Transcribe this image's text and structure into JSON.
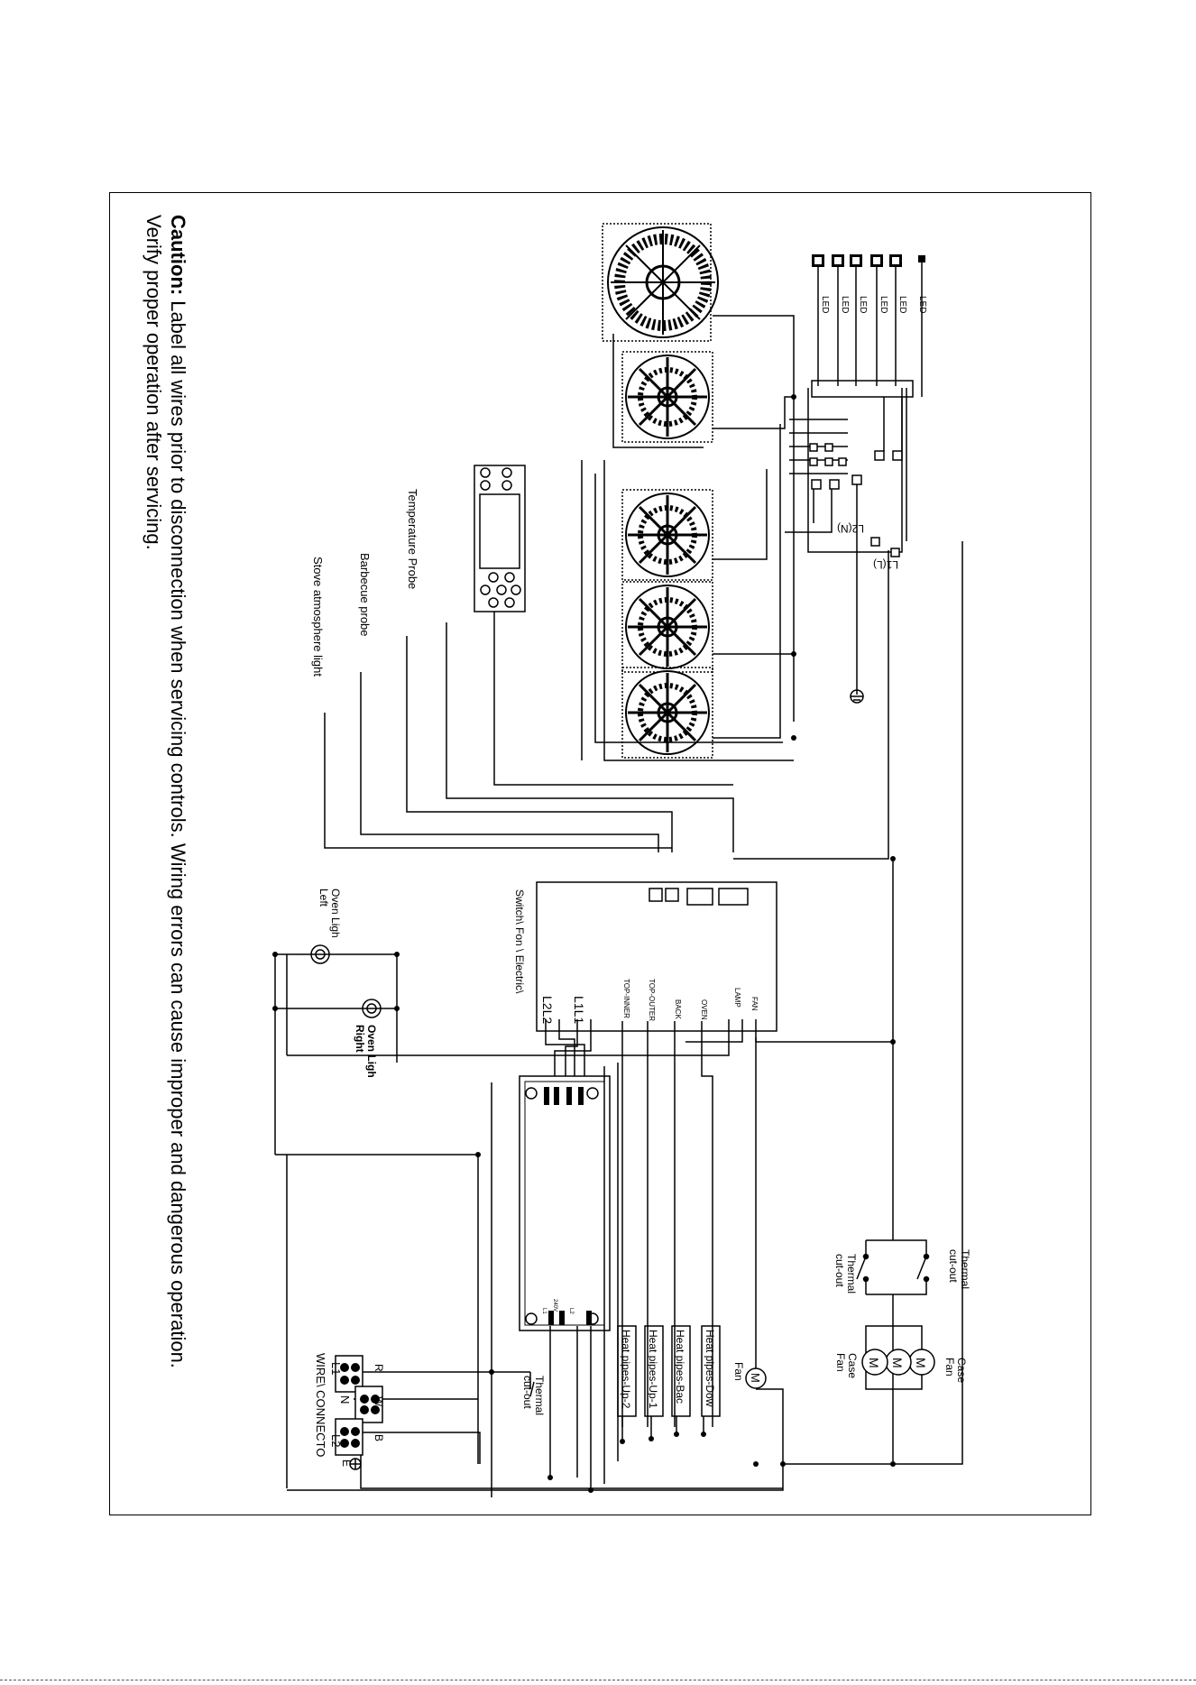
{
  "caution": {
    "label": "Caution:",
    "line1": "Label all wires prior to disconnection when servicing controls. Wiring errors can cause improper and dangerous operation.",
    "line2": "Verify proper operation after servicing."
  },
  "labels": {
    "led": "LED",
    "l2n": "L2(N)",
    "l1l": "L1(L)",
    "temperature_probe": "Temperature Probe",
    "barbecue_probe": "Barbecue probe",
    "stove_light": "Stove atmosphere light",
    "switch_board": "Switch\\ Fon \\ Electric\\",
    "l2l2": "L2L2",
    "l1l1": "L1L1",
    "top_inner": "TOP-INNER",
    "top_outer": "TOP-OUTER",
    "back": "BACK",
    "oven": "OVEN",
    "lamp": "LAMP",
    "fan_term": "FAN",
    "oven_light_left_1": "Oven Ligh",
    "oven_light_left_2": "Left",
    "oven_light_right_1": "Oven Ligh",
    "oven_light_right_2": "Right",
    "thermal_cutout_a_1": "Thermal",
    "thermal_cutout_a_2": "cut-out",
    "thermal_cutout_b_1": "Thermal",
    "thermal_cutout_b_2": "cut-out",
    "case_fan_a_1": "Case",
    "case_fan_a_2": "Fan",
    "case_fan_b_1": "Case",
    "case_fan_b_2": "Fan",
    "heat_up2": "Heat pipes-Up-2",
    "heat_up1": "Heat pipes-Up-1",
    "heat_back": "Heat pipes-Bac",
    "heat_down": "Heat pipes-Dow",
    "fan_1": "Fan",
    "thermal_cutout_c_1": "Thermal",
    "thermal_cutout_c_2": "cut-out",
    "wire_connector": "WIRE\\ CONNECTO",
    "conn_l1": "L1",
    "conn_l2": "L2",
    "conn_r": "R",
    "conn_w": "W",
    "conn_n": "N",
    "conn_b": "B",
    "conn_e": "E",
    "motor_symbol": "M",
    "rb_l1": "L1",
    "rb_240v": "240V",
    "rb_l2": "L2"
  }
}
